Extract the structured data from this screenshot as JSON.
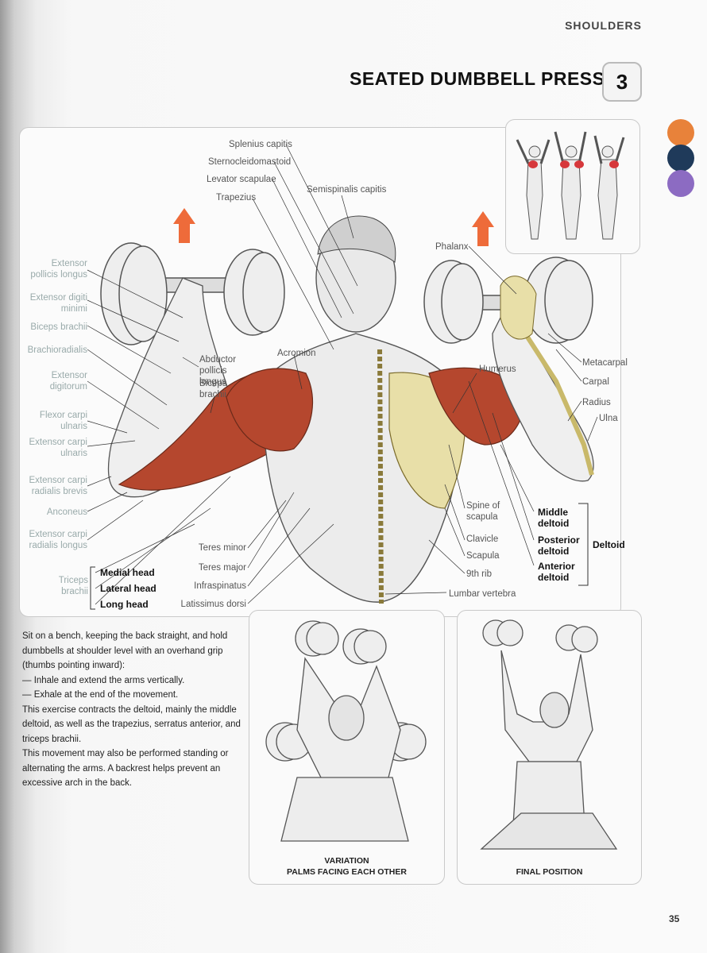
{
  "header": {
    "section": "SHOULDERS",
    "title": "SEATED DUMBBELL PRESSES",
    "number": "3"
  },
  "colors": {
    "orange": "#e8823a",
    "navy": "#1f3a5a",
    "purple": "#8c6bc2",
    "muscle": "#b5472e",
    "bone": "#e8dfa8"
  },
  "labels_left": [
    "Extensor pollicis longus",
    "Extensor digiti minimi",
    "Biceps brachii",
    "Brachioradialis",
    "Extensor digitorum",
    "Flexor carpi ulnaris",
    "Extensor carpi ulnaris",
    "Extensor carpi radialis brevis",
    "Anconeus",
    "Extensor carpi radialis longus"
  ],
  "labels_top": [
    "Splenius capitis",
    "Sternocleidomastoid",
    "Levator scapulae",
    "Trapezius",
    "Semispinalis capitis"
  ],
  "labels_mid": {
    "abductor": "Abductor pollicis longus",
    "biceps": "Biceps brachii",
    "acromion": "Acromion",
    "phalanx": "Phalanx",
    "humerus": "Humerus"
  },
  "labels_right": [
    "Metacarpal",
    "Carpal",
    "Radius",
    "Ulna"
  ],
  "labels_lower": [
    "Teres minor",
    "Teres major",
    "Infraspinatus",
    "Latissimus dorsi"
  ],
  "labels_spine": [
    "Spine of scapula",
    "Clavicle",
    "Scapula",
    "9th rib",
    "Lumbar vertebra"
  ],
  "triceps": {
    "name": "Triceps brachii",
    "heads": [
      "Medial head",
      "Lateral head",
      "Long head"
    ]
  },
  "deltoid": {
    "name": "Deltoid",
    "parts": [
      "Middle deltoid",
      "Posterior deltoid",
      "Anterior deltoid"
    ]
  },
  "instructions": [
    "Sit on a bench, keeping the back straight, and hold dumbbells at shoulder level with an overhand grip (thumbs pointing inward):",
    "— Inhale and extend the arms vertically.",
    "— Exhale at the end of the movement.",
    "This exercise contracts the deltoid, mainly the middle deltoid, as well as the trapezius, serratus anterior, and triceps brachii.",
    "This movement may also be performed standing or alternating the arms. A backrest helps prevent an excessive arch in the back."
  ],
  "captions": {
    "variation": "VARIATION",
    "variation_sub": "PALMS FACING EACH OTHER",
    "final": "FINAL POSITION"
  },
  "page_number": "35"
}
